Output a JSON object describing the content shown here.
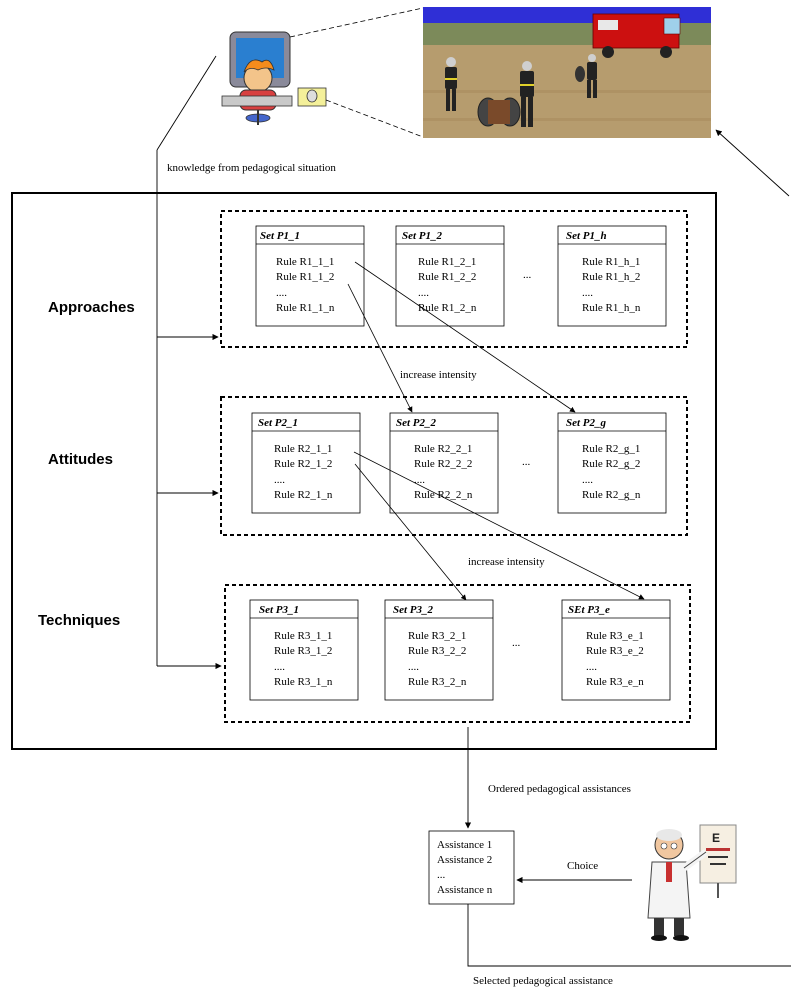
{
  "top_caption": "knowledge from pedagogical situation",
  "levels": [
    {
      "name": "Approaches",
      "sets": [
        {
          "title": "Set P1_1",
          "rules": [
            "Rule R1_1_1",
            "Rule R1_1_2",
            "....",
            "Rule R1_1_n"
          ]
        },
        {
          "title": "Set P1_2",
          "rules": [
            "Rule R1_2_1",
            "Rule R1_2_2",
            "....",
            "Rule R1_2_n"
          ]
        },
        {
          "title": "Set P1_h",
          "rules": [
            "Rule R1_h_1",
            "Rule R1_h_2",
            "....",
            "Rule R1_h_n"
          ]
        }
      ],
      "ellipsis": "..."
    },
    {
      "name": "Attitudes",
      "sets": [
        {
          "title": "Set P2_1",
          "rules": [
            "Rule R2_1_1",
            "Rule R2_1_2",
            "....",
            "Rule R2_1_n"
          ]
        },
        {
          "title": "Set P2_2",
          "rules": [
            "Rule R2_2_1",
            "Rule R2_2_2",
            "....",
            "Rule R2_2_n"
          ]
        },
        {
          "title": "Set P2_g",
          "rules": [
            "Rule R2_g_1",
            "Rule R2_g_2",
            "....",
            "Rule R2_g_n"
          ]
        }
      ],
      "ellipsis": "..."
    },
    {
      "name": "Techniques",
      "sets": [
        {
          "title": "Set P3_1",
          "rules": [
            "Rule R3_1_1",
            "Rule R3_1_2",
            "....",
            "Rule R3_1_n"
          ]
        },
        {
          "title": "Set P3_2",
          "rules": [
            "Rule R3_2_1",
            "Rule R3_2_2",
            "....",
            "Rule R3_2_n"
          ]
        },
        {
          "title": "SEt P3_e",
          "rules": [
            "Rule R3_e_1",
            "Rule R3_e_2",
            "....",
            "Rule R3_e_n"
          ]
        }
      ],
      "ellipsis": "..."
    }
  ],
  "increase_intensity_1": "increase intensity",
  "increase_intensity_2": "increase intensity",
  "ordered_caption": "Ordered pedagogical assistances",
  "assistance_list": [
    "Assistance 1",
    "Assistance 2",
    "...",
    "Assistance n"
  ],
  "choice_label": "Choice",
  "selected_caption": "Selected pedagogical assistance",
  "colors": {
    "line": "#000000",
    "scene_sky": "#2f2fd6",
    "scene_ground": "#b59a6a",
    "truck_red": "#cc1010"
  }
}
